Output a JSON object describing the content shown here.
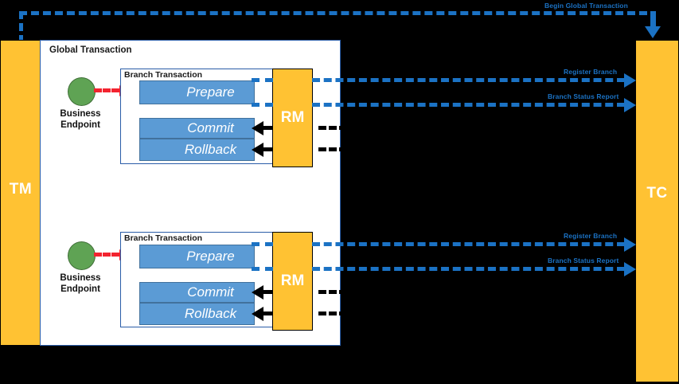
{
  "diagram": {
    "title": "Global Transaction",
    "roles": [
      {
        "id": "tm",
        "label": "TM"
      },
      {
        "id": "tc",
        "label": "TC"
      }
    ],
    "connector_labels": [
      {
        "id": "begin-global-transaction",
        "text": "Begin Global Transaction"
      },
      {
        "id": "register-branch-1",
        "text": "Register Branch"
      },
      {
        "id": "branch-status-report-1",
        "text": "Branch Status Report"
      },
      {
        "id": "register-branch-2",
        "text": "Register Branch"
      },
      {
        "id": "branch-status-report-2",
        "text": "Branch Status Report"
      }
    ],
    "branches": [
      {
        "title": "Branch Transaction",
        "endpoint_label_line1": "Business",
        "endpoint_label_line2": "Endpoint",
        "rm_label": "RM",
        "actions": [
          {
            "id": "prepare",
            "label": "Prepare"
          },
          {
            "id": "commit",
            "label": "Commit"
          },
          {
            "id": "rollback",
            "label": "Rollback"
          }
        ]
      },
      {
        "title": "Branch Transaction",
        "endpoint_label_line1": "Business",
        "endpoint_label_line2": "Endpoint",
        "rm_label": "RM",
        "actions": [
          {
            "id": "prepare",
            "label": "Prepare"
          },
          {
            "id": "commit",
            "label": "Commit"
          },
          {
            "id": "rollback",
            "label": "Rollback"
          }
        ]
      }
    ],
    "colors": {
      "background": "#000000",
      "role_fill": "#FFC233",
      "panel_fill": "#FFFFFF",
      "panel_border": "#2A5DA8",
      "action_fill": "#5B9BD5",
      "action_border": "#41719C",
      "endpoint_fill": "#5FA354",
      "connector_blue": "#1B72C4",
      "connector_red": "#F3232F",
      "connector_black": "#000000"
    }
  }
}
